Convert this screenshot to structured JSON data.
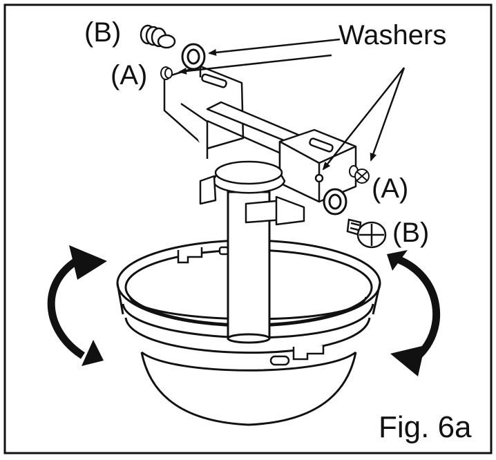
{
  "labels": {
    "washers": "Washers",
    "screw_a_top": "(A)",
    "screw_b_top": "(B)",
    "screw_a_right": "(A)",
    "screw_b_right": "(B)",
    "figure": "Fig. 6a"
  },
  "colors": {
    "ink": "#111111",
    "background": "#ffffff",
    "bracket_fill": "#ffffff"
  }
}
